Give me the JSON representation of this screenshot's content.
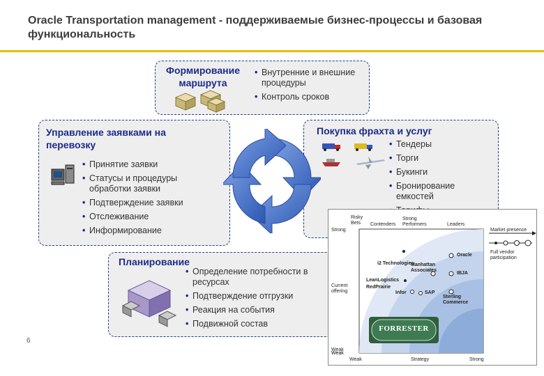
{
  "title": "Oracle Transportation management - поддерживаемые бизнес-процессы и базовая функциональность",
  "page_number": "6",
  "route": {
    "heading": "Формирование маршрута",
    "items": [
      "Внутренние и внешние процедуры",
      "Контроль сроков"
    ]
  },
  "orders": {
    "heading": "Управление заявками на перевозку",
    "items": [
      "Принятие заявки",
      "Статусы и процедуры обработки заявки",
      "Подтверждение заявки",
      "Отслеживание",
      "Информирование"
    ]
  },
  "freight": {
    "heading": "Покупка фрахта и услуг",
    "items": [
      "Тендеры",
      "Торги",
      "Букинги",
      "Бронирование емкостей",
      "Тарифы"
    ]
  },
  "planning": {
    "heading": "Планирование",
    "items": [
      "Определение потребности в ресурсах",
      "Подтверждение отгрузки",
      "Реакция на события",
      "Подвижной состав"
    ]
  },
  "wave": {
    "axis_y_top": "Strong",
    "axis_y_mid": "Current offering",
    "axis_y_bottom": "Weak",
    "axis_x_left": "Weak",
    "axis_x_mid": "Strategy",
    "axis_x_right": "Strong",
    "quadrants": [
      "Risky Bets",
      "Contenders",
      "Strong Performers",
      "Leaders"
    ],
    "legend_title": "Market presence",
    "legend_caption": "Full vendor participation",
    "vendors": [
      "i2 Technologies",
      "Oracle",
      "Manhattan Associates",
      "LeanLogistics",
      "RedPrairie",
      "IBJA",
      "Infor",
      "SAP",
      "Sterling Commerce"
    ],
    "logo_text": "FORRESTER"
  },
  "colors": {
    "accent_rule": "#e1c200",
    "heading": "#1d2b8a",
    "box_border": "#1e3f8a",
    "box_fill": "#eeeeee",
    "cycle_blue": "#3f6fc9"
  }
}
